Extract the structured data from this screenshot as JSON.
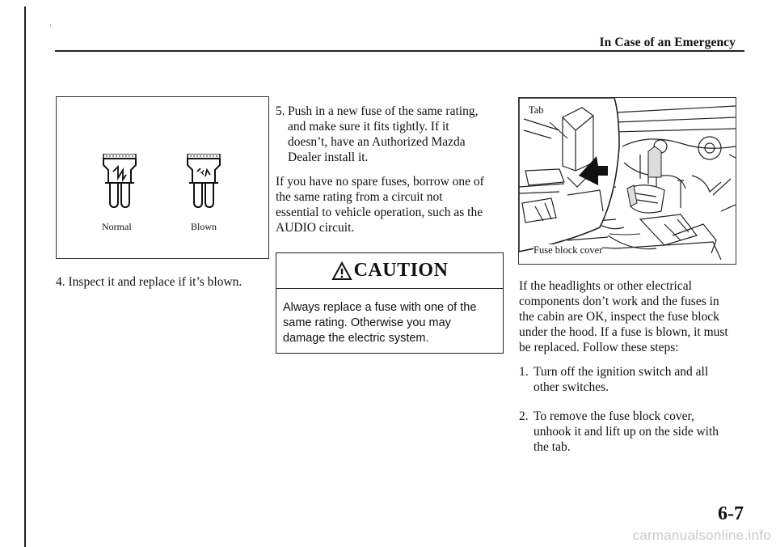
{
  "header": {
    "title": "In Case of an Emergency"
  },
  "fuse_figure": {
    "normal_label": "Normal",
    "blown_label": "Blown"
  },
  "step4": {
    "number": "4.",
    "text": "Inspect it and replace if it’s blown."
  },
  "step5": {
    "number": "5.",
    "lines": [
      "Push in a new fuse of the same rating,",
      "and make sure it fits tightly. If it",
      "doesn’t, have an Authorized Mazda",
      "Dealer install it."
    ]
  },
  "spare_paragraph": {
    "lines": [
      "If you have no spare fuses, borrow one of",
      "the same rating from a circuit not",
      "essential to vehicle operation, such as the",
      "AUDIO circuit."
    ]
  },
  "caution": {
    "title": "CAUTION",
    "lines": [
      "Always replace a fuse with one of the",
      "same rating. Otherwise you may",
      "damage the electric system."
    ]
  },
  "engine_figure": {
    "tab_label": "Tab",
    "cover_label": "Fuse block cover"
  },
  "intro_paragraph": {
    "lines": [
      "If the headlights or other electrical",
      "components don’t work and the fuses in",
      "the cabin are OK, inspect the fuse block",
      "under the hood. If a fuse is blown, it must",
      "be replaced. Follow these steps:"
    ]
  },
  "steps": [
    {
      "number": "1.",
      "lines": [
        "Turn off the ignition switch and all",
        "other switches."
      ]
    },
    {
      "number": "2.",
      "lines": [
        "To remove the fuse block cover,",
        "unhook it and lift up on the side with",
        "the tab."
      ]
    }
  ],
  "page_number": "6-7",
  "watermark": "carmanualsonline.info"
}
